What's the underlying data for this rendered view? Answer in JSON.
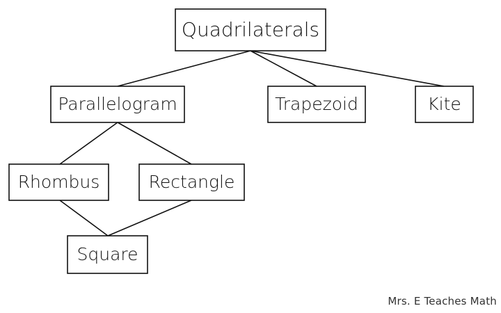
{
  "diagram": {
    "nodes": [
      {
        "id": "quadrilaterals",
        "label": "Quadrilaterals"
      },
      {
        "id": "parallelogram",
        "label": "Parallelogram"
      },
      {
        "id": "trapezoid",
        "label": "Trapezoid"
      },
      {
        "id": "kite",
        "label": "Kite"
      },
      {
        "id": "rhombus",
        "label": "Rhombus"
      },
      {
        "id": "rectangle",
        "label": "Rectangle"
      },
      {
        "id": "square",
        "label": "Square"
      }
    ],
    "edges": [
      {
        "from": "quadrilaterals",
        "to": "parallelogram"
      },
      {
        "from": "quadrilaterals",
        "to": "trapezoid"
      },
      {
        "from": "quadrilaterals",
        "to": "kite"
      },
      {
        "from": "parallelogram",
        "to": "rhombus"
      },
      {
        "from": "parallelogram",
        "to": "rectangle"
      },
      {
        "from": "rhombus",
        "to": "square"
      },
      {
        "from": "rectangle",
        "to": "square"
      }
    ]
  },
  "credit": "Mrs. E Teaches Math"
}
